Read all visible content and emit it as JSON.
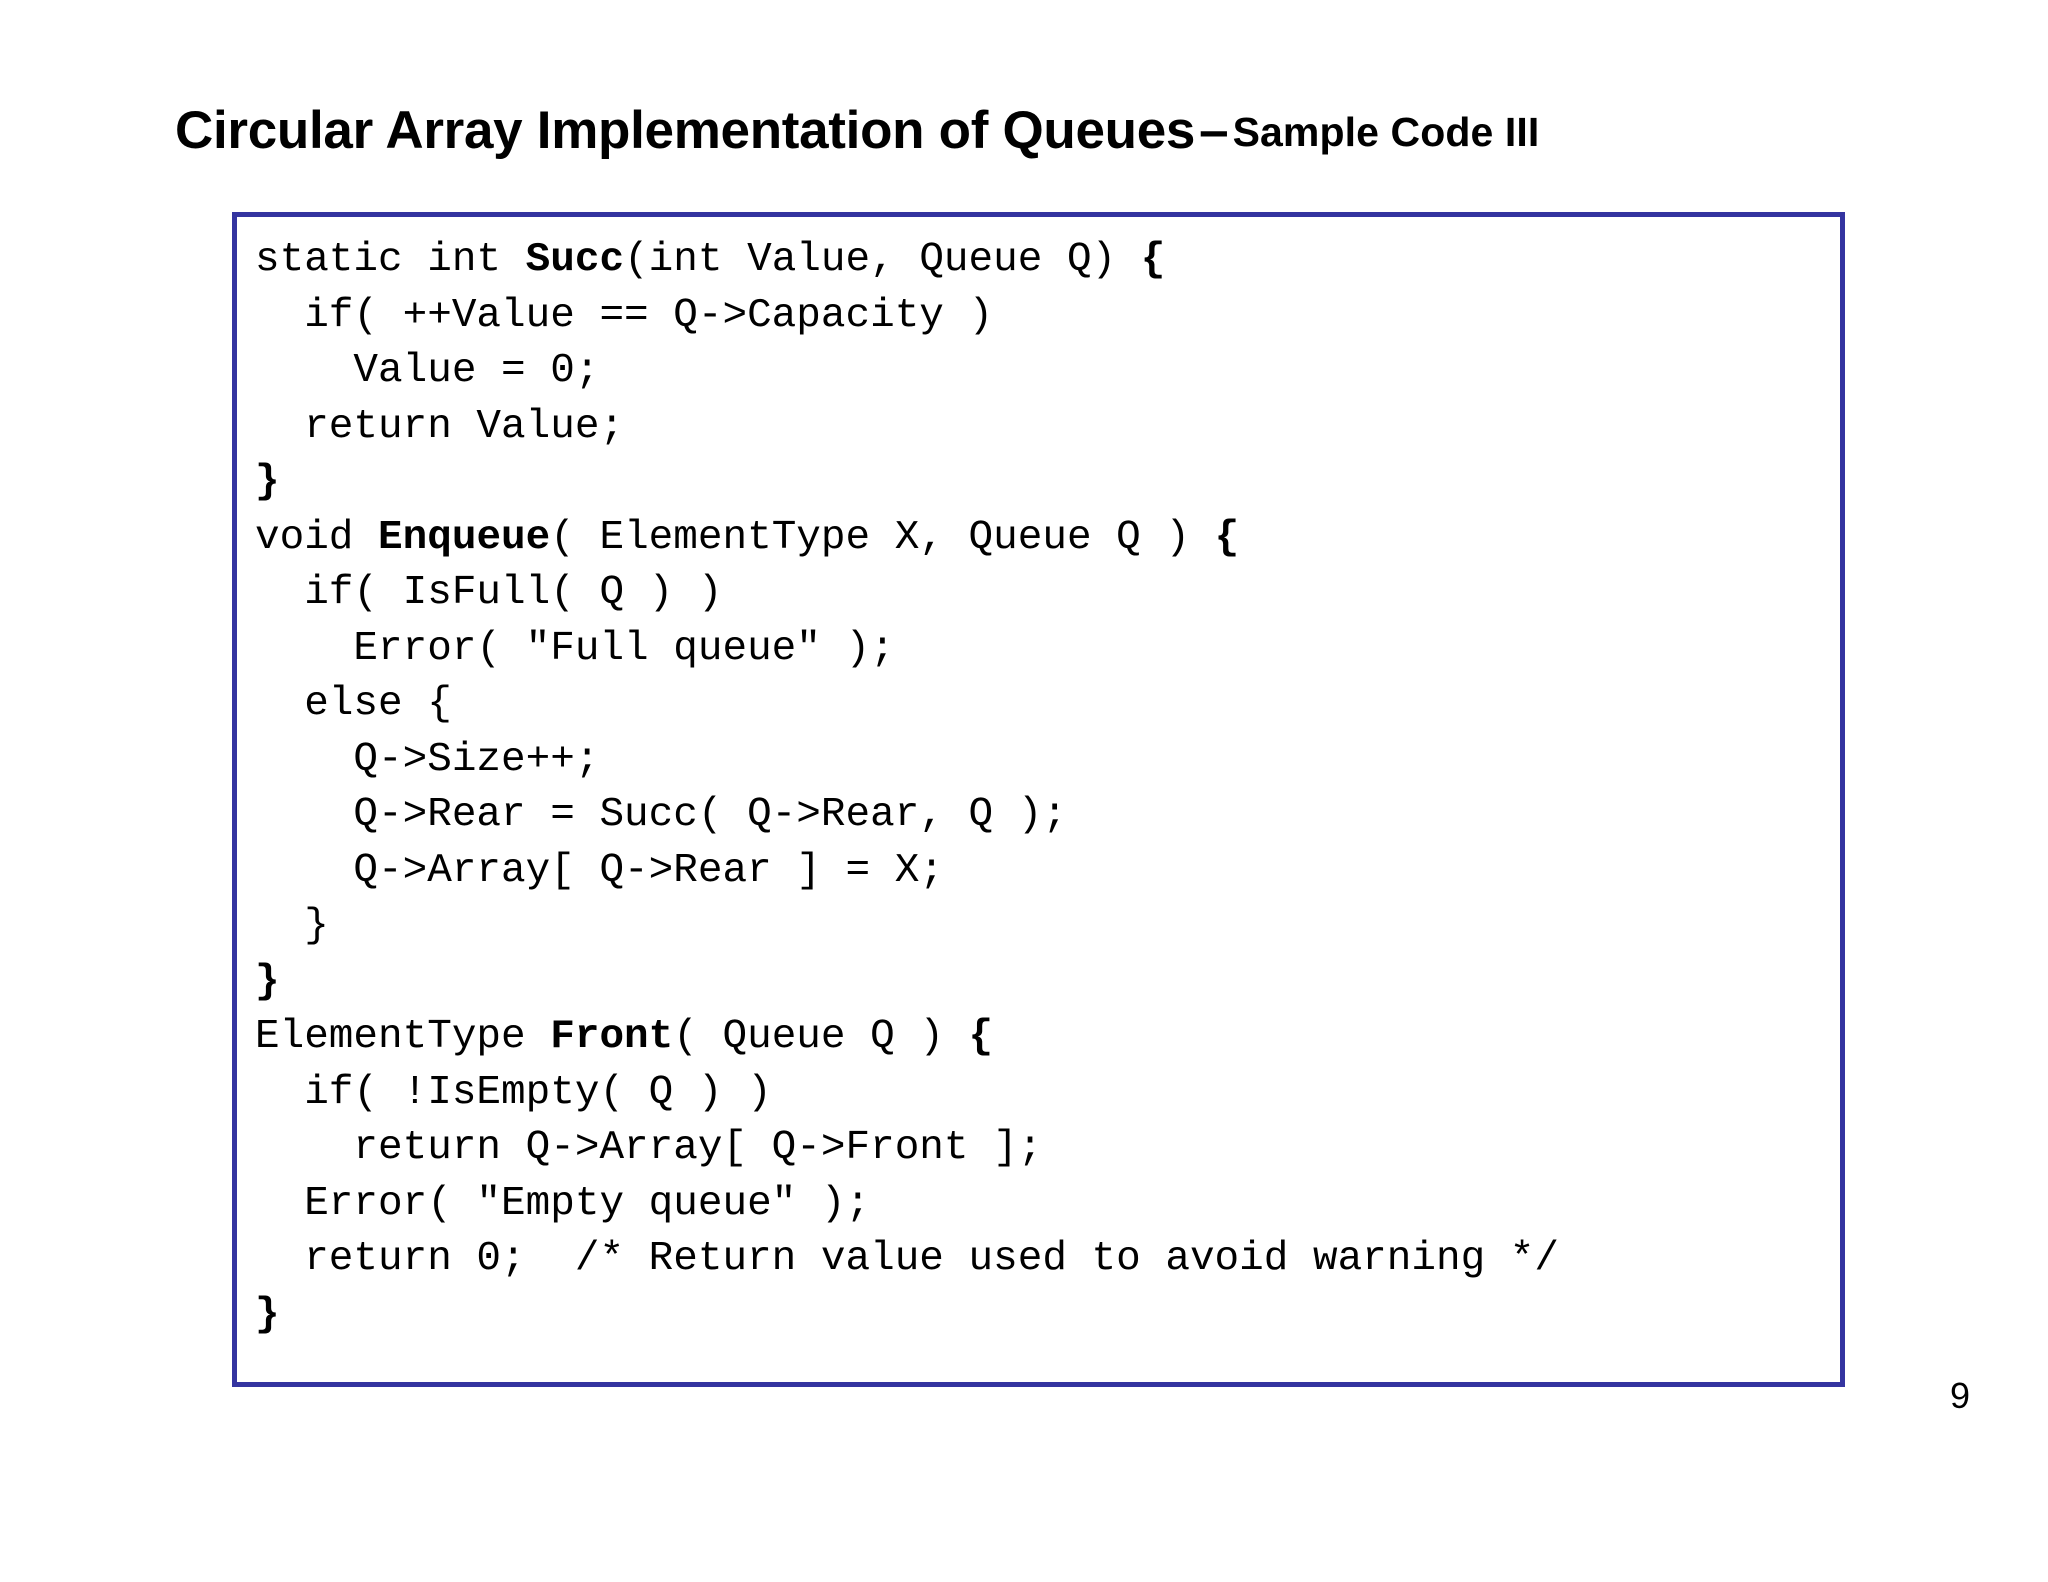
{
  "slide": {
    "title": {
      "main": "Circular Array Implementation of Queues",
      "separator": "–",
      "subtitle": "Sample Code III"
    },
    "page_number": "9",
    "colors": {
      "code_box_border": "#3434a0",
      "background": "#ffffff",
      "text": "#000000"
    },
    "code_box": {
      "language": "C",
      "lines": [
        {
          "indent": 0,
          "segments": [
            {
              "text": "static int ",
              "bold": false
            },
            {
              "text": "Succ",
              "bold": true
            },
            {
              "text": "(int Value, Queue Q) ",
              "bold": false
            },
            {
              "text": "{",
              "bold": true
            }
          ]
        },
        {
          "indent": 0,
          "segments": [
            {
              "text": "  if( ++Value == Q->Capacity )",
              "bold": false
            }
          ]
        },
        {
          "indent": 0,
          "segments": [
            {
              "text": "    Value = 0;",
              "bold": false
            }
          ]
        },
        {
          "indent": 0,
          "segments": [
            {
              "text": "  return Value;",
              "bold": false
            }
          ]
        },
        {
          "indent": 0,
          "segments": [
            {
              "text": "}",
              "bold": true
            }
          ]
        },
        {
          "indent": 0,
          "segments": [
            {
              "text": "void ",
              "bold": false
            },
            {
              "text": "Enqueue",
              "bold": true
            },
            {
              "text": "( ElementType X, Queue Q ) ",
              "bold": false
            },
            {
              "text": "{",
              "bold": true
            }
          ]
        },
        {
          "indent": 0,
          "segments": [
            {
              "text": "  if( IsFull( Q ) )",
              "bold": false
            }
          ]
        },
        {
          "indent": 0,
          "segments": [
            {
              "text": "    Error( \"Full queue\" );",
              "bold": false
            }
          ]
        },
        {
          "indent": 0,
          "segments": [
            {
              "text": "  else {",
              "bold": false
            }
          ]
        },
        {
          "indent": 0,
          "segments": [
            {
              "text": "    Q->Size++;",
              "bold": false
            }
          ]
        },
        {
          "indent": 0,
          "segments": [
            {
              "text": "    Q->Rear = Succ( Q->Rear, Q );",
              "bold": false
            }
          ]
        },
        {
          "indent": 0,
          "segments": [
            {
              "text": "    Q->Array[ Q->Rear ] = X;",
              "bold": false
            }
          ]
        },
        {
          "indent": 0,
          "segments": [
            {
              "text": "  }",
              "bold": false
            }
          ]
        },
        {
          "indent": 0,
          "segments": [
            {
              "text": "}",
              "bold": true
            }
          ]
        },
        {
          "indent": 0,
          "segments": [
            {
              "text": "ElementType ",
              "bold": false
            },
            {
              "text": "Front",
              "bold": true
            },
            {
              "text": "( Queue Q ) ",
              "bold": false
            },
            {
              "text": "{",
              "bold": true
            }
          ]
        },
        {
          "indent": 0,
          "segments": [
            {
              "text": "  if( !IsEmpty( Q ) )",
              "bold": false
            }
          ]
        },
        {
          "indent": 0,
          "segments": [
            {
              "text": "    return Q->Array[ Q->Front ];",
              "bold": false
            }
          ]
        },
        {
          "indent": 0,
          "segments": [
            {
              "text": "  Error( \"Empty queue\" );",
              "bold": false
            }
          ]
        },
        {
          "indent": 0,
          "segments": [
            {
              "text": "  return 0;  /* Return value used to avoid warning */",
              "bold": false
            }
          ]
        },
        {
          "indent": 0,
          "segments": [
            {
              "text": "}",
              "bold": true
            }
          ]
        }
      ]
    }
  }
}
